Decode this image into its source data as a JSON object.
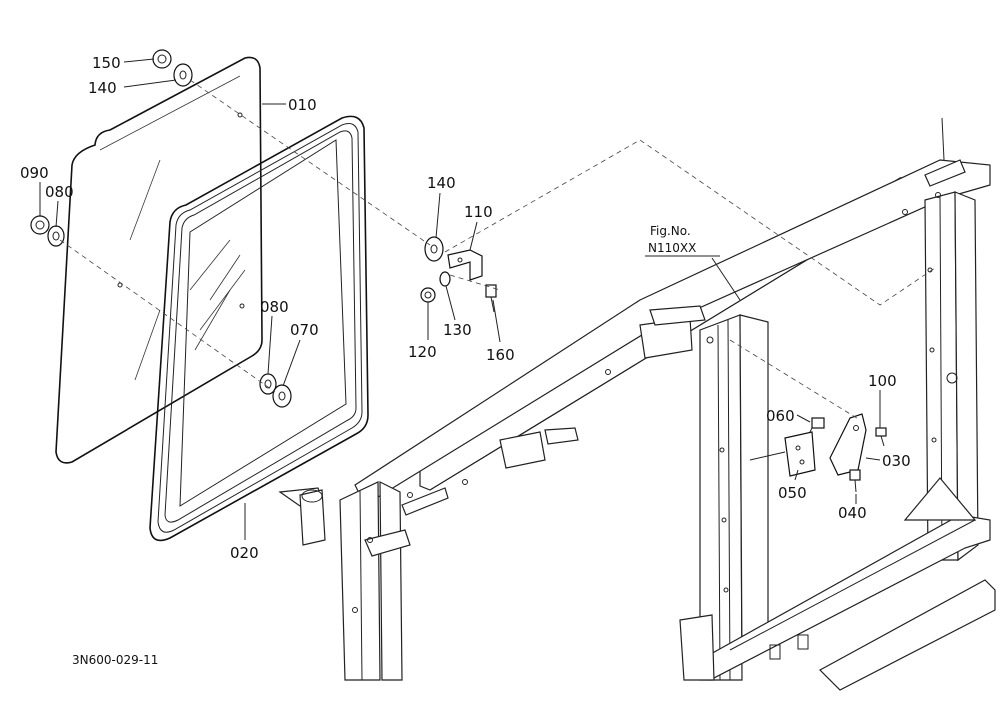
{
  "drawing_code": "3N600-029-11",
  "reference": {
    "line1": "Fig.No.",
    "line2": "N110XX"
  },
  "callouts": {
    "c150": "150",
    "c140a": "140",
    "c010": "010",
    "c090": "090",
    "c080a": "080",
    "c140b": "140",
    "c110": "110",
    "c120": "120",
    "c130": "130",
    "c160": "160",
    "c080b": "080",
    "c070": "070",
    "c020": "020",
    "c100": "100",
    "c060": "060",
    "c030": "030",
    "c050": "050",
    "c040": "040"
  }
}
